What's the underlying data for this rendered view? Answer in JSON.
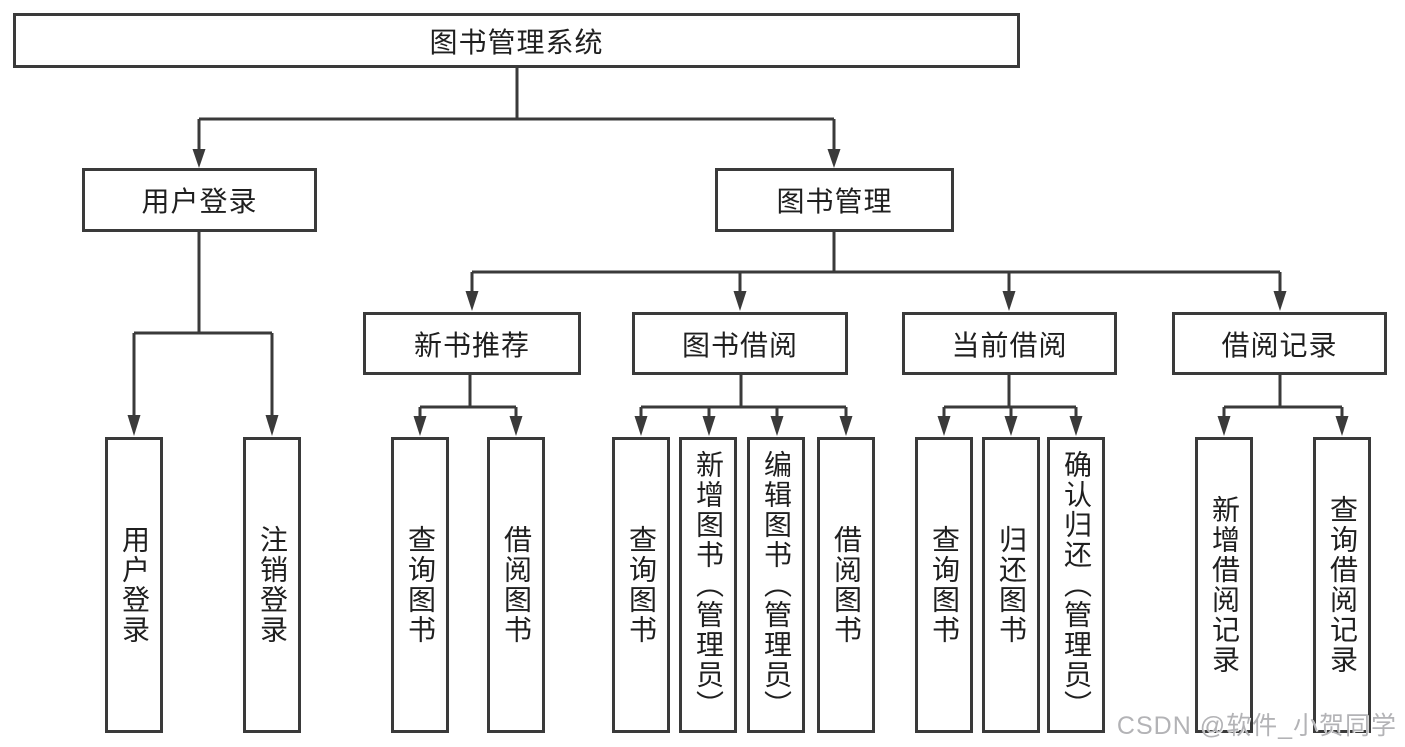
{
  "diagram": {
    "root": {
      "label": "图书管理系统"
    },
    "level2": [
      {
        "label": "用户登录",
        "children": [
          {
            "label": "用户登录"
          },
          {
            "label": "注销登录"
          }
        ]
      },
      {
        "label": "图书管理",
        "children": [
          {
            "label": "新书推荐",
            "children": [
              {
                "label": "查询图书"
              },
              {
                "label": "借阅图书"
              }
            ]
          },
          {
            "label": "图书借阅",
            "children": [
              {
                "label": "查询图书"
              },
              {
                "label": "新增图书（管理员）"
              },
              {
                "label": "编辑图书（管理员）"
              },
              {
                "label": "借阅图书"
              }
            ]
          },
          {
            "label": "当前借阅",
            "children": [
              {
                "label": "查询图书"
              },
              {
                "label": "归还图书"
              },
              {
                "label": "确认归还（管理员）"
              }
            ]
          },
          {
            "label": "借阅记录",
            "children": [
              {
                "label": "新增借阅记录"
              },
              {
                "label": "查询借阅记录"
              }
            ]
          }
        ]
      }
    ]
  },
  "watermark": {
    "label": "CSDN @软件_小贺同学"
  },
  "colors": {
    "line": "#3a3a3a",
    "text": "#1f1f1f",
    "watermark": "#b3b3b6",
    "background": "#ffffff"
  }
}
